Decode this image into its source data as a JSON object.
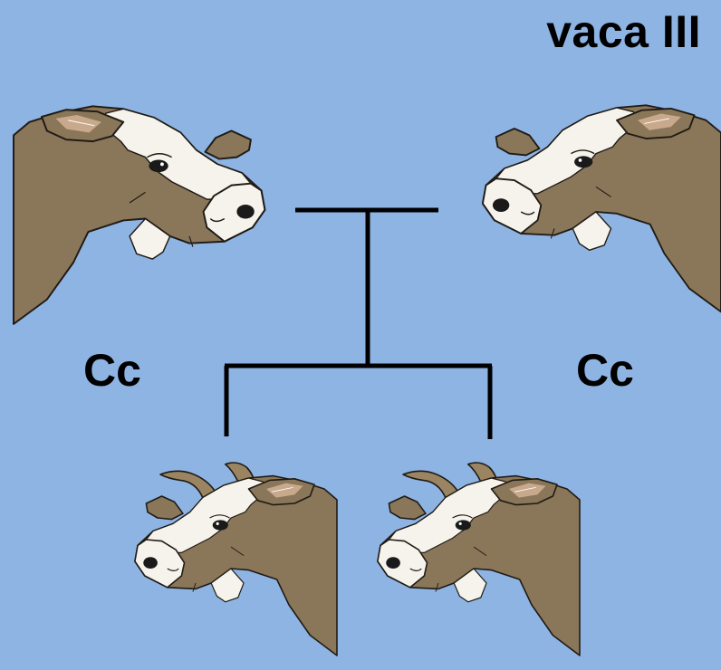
{
  "title": "vaca III",
  "parents": [
    {
      "genotype": "Cc",
      "facing": "right",
      "horns": false
    },
    {
      "genotype": "Cc",
      "facing": "left",
      "horns": false
    }
  ],
  "offspring": [
    {
      "facing": "left",
      "horns": true
    },
    {
      "facing": "left",
      "horns": true
    }
  ],
  "colors": {
    "background": "#8eb4e3",
    "coat": "#8a7659",
    "white_patch": "#f6f3ec",
    "ear_inner": "#c9a98c",
    "outline": "#1f1a14",
    "line": "#000000"
  }
}
